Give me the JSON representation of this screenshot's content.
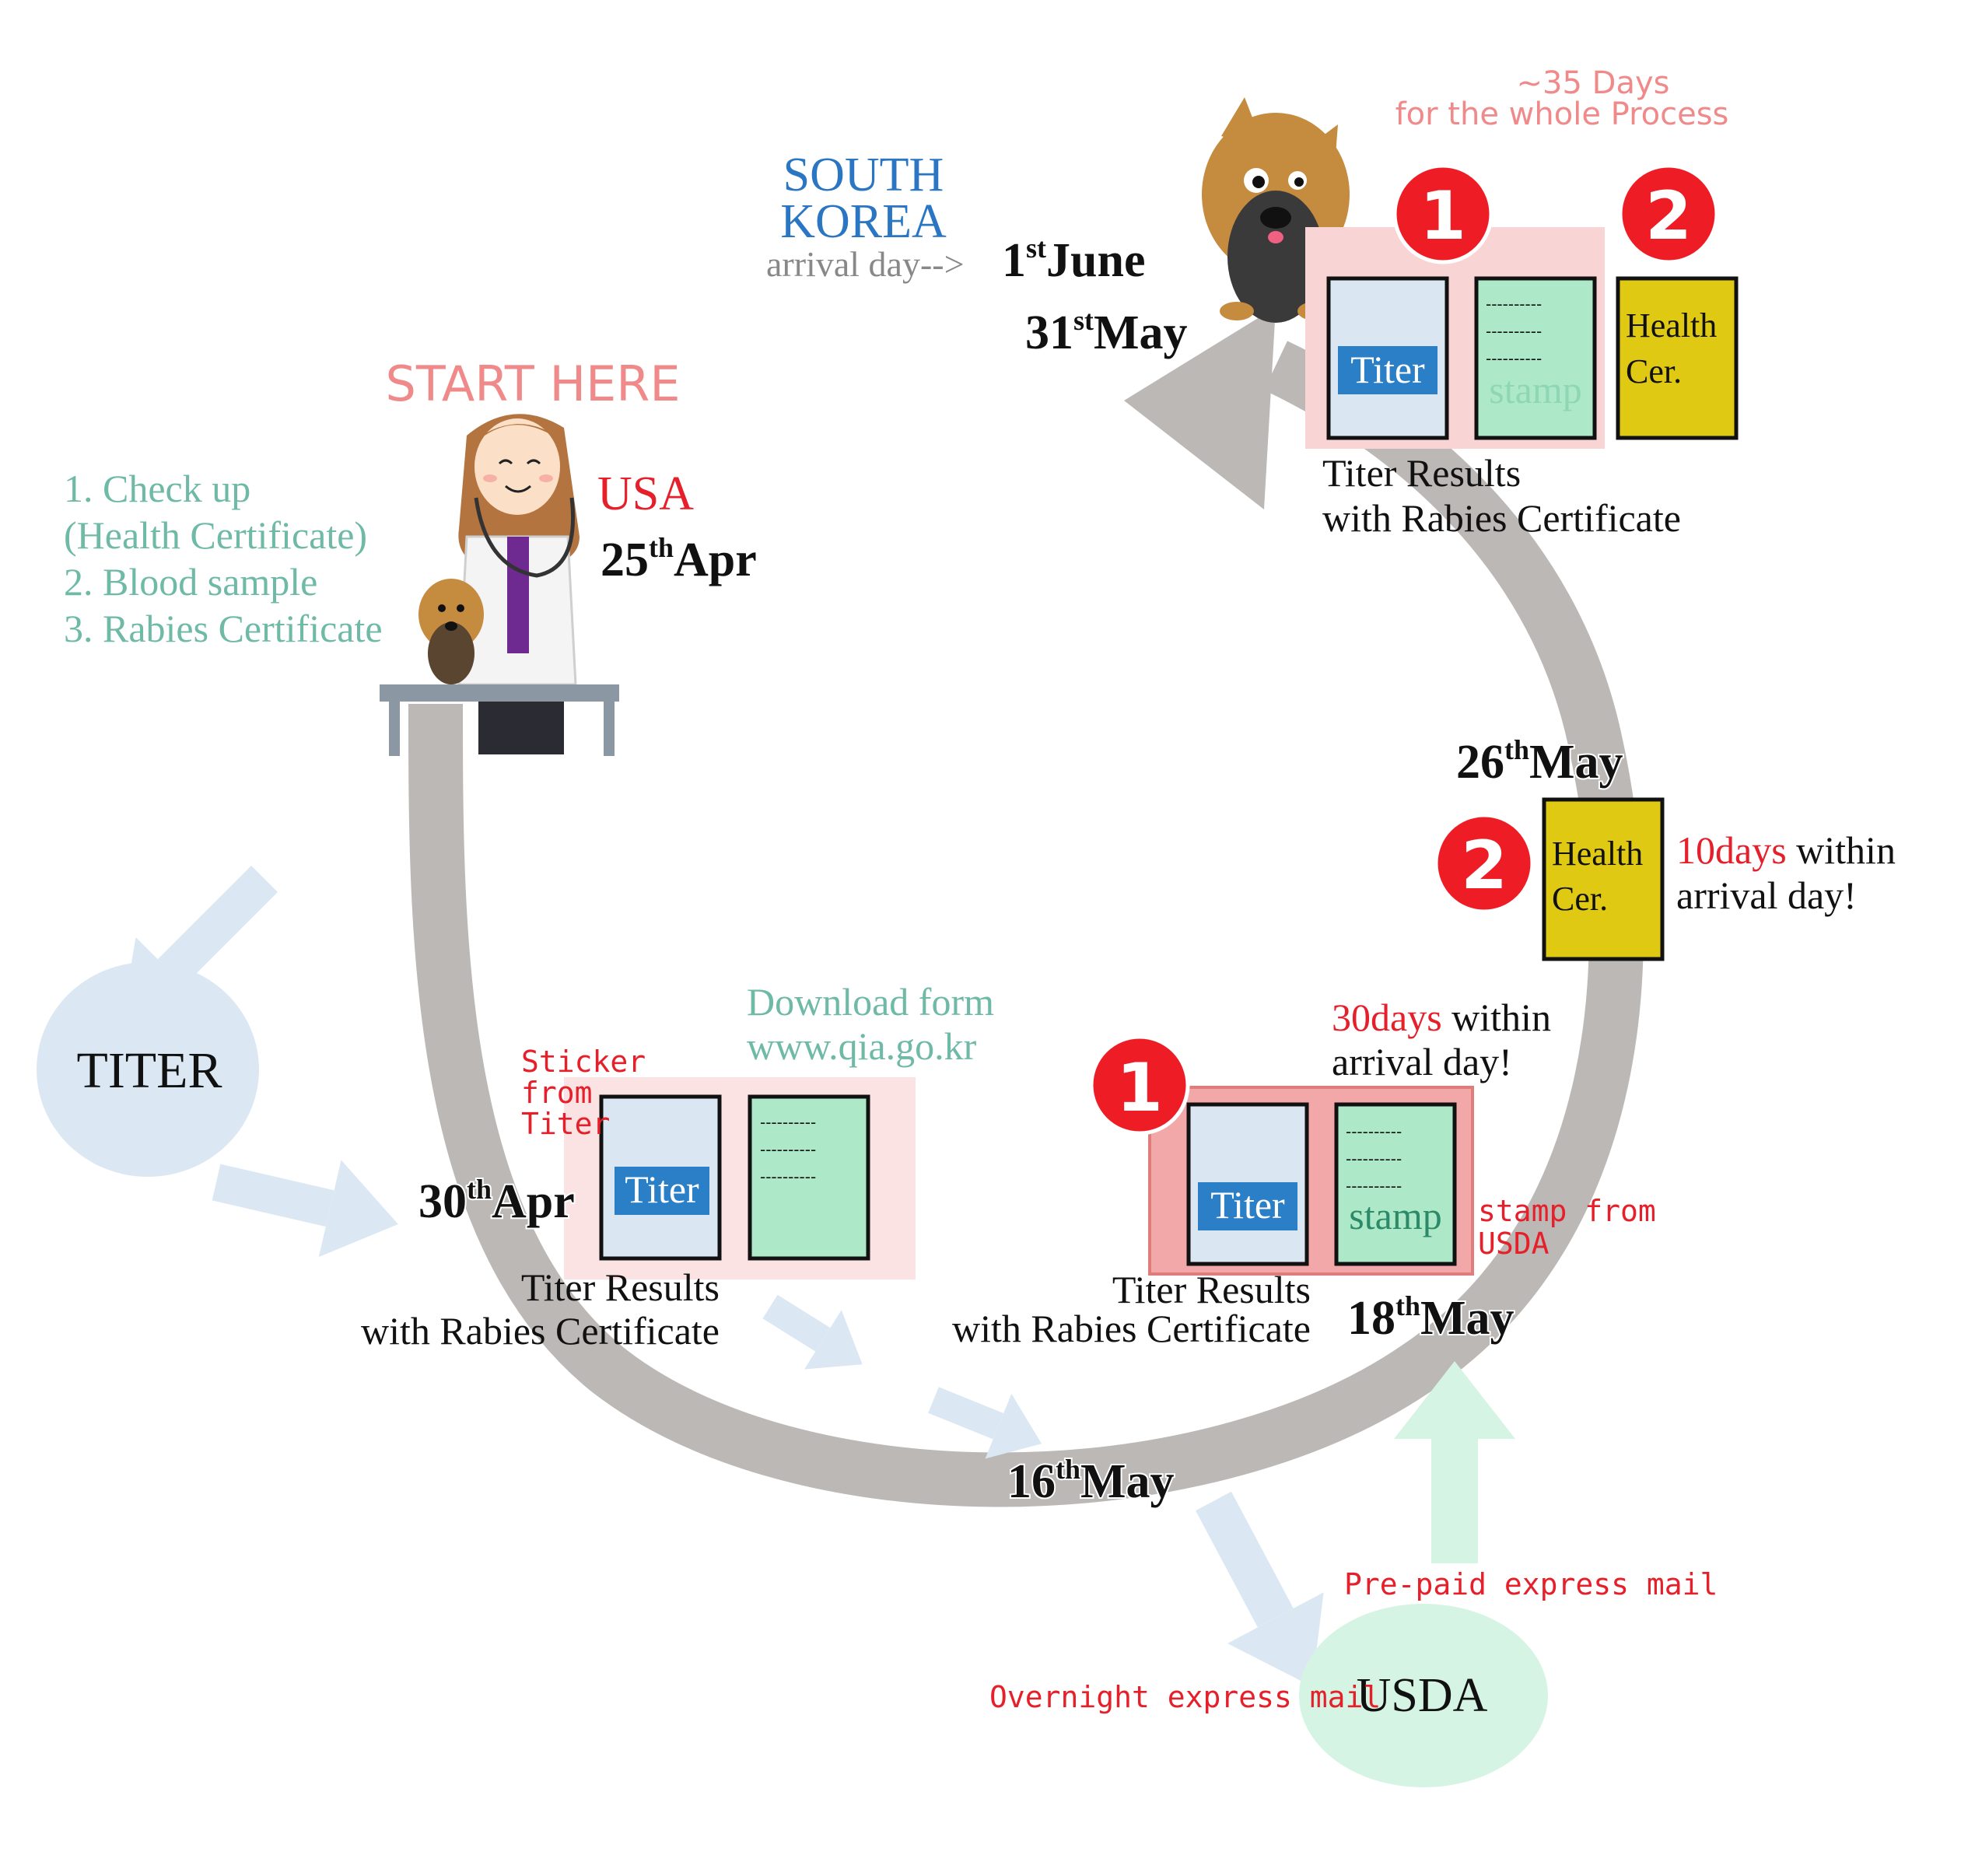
{
  "title": {
    "days": "~35 Days",
    "whole": "for the whole Process"
  },
  "destination": {
    "line1": "SOUTH",
    "line2": "KOREA",
    "arrival": "arrival day-->"
  },
  "start": {
    "label": "START HERE",
    "country": "USA"
  },
  "checklist": [
    "1. Check up",
    "(Health Certificate)",
    "2. Blood sample",
    "3. Rabies Certificate"
  ],
  "dates": {
    "apr25": {
      "day": "25",
      "sup": "th",
      "month": "Apr"
    },
    "apr30": {
      "day": "30",
      "sup": "th",
      "month": "Apr"
    },
    "may16": {
      "day": "16",
      "sup": "th",
      "month": "May"
    },
    "may18": {
      "day": "18",
      "sup": "th",
      "month": "May"
    },
    "may26": {
      "day": "26",
      "sup": "th",
      "month": "May"
    },
    "may31": {
      "day": "31",
      "sup": "st",
      "month": "May"
    },
    "jun1": {
      "day": "1",
      "sup": "st",
      "month": "June"
    }
  },
  "nodes": {
    "titer": "TITER",
    "usda": "USDA"
  },
  "documents": {
    "titer": "Titer",
    "stamp": "stamp",
    "dashes": "----------",
    "health_line1": "Health",
    "health_line2": "Cer.",
    "badge1": "1",
    "badge2": "2"
  },
  "captions": {
    "results_line1": "Titer Results",
    "results_line2": "with Rabies Certificate"
  },
  "download": {
    "line1": "Download form",
    "line2": "www.qia.go.kr"
  },
  "sticker": [
    "Sticker",
    "from",
    "Titer"
  ],
  "stamp_from": [
    "stamp from",
    "USDA"
  ],
  "rule30": {
    "highlight": "30days",
    "rest": " within",
    "line2": "arrival day!"
  },
  "rule10": {
    "highlight": "10days",
    "rest": " within",
    "line2": "arrival day!"
  },
  "mail": {
    "overnight": "Overnight express mail",
    "prepaid": "Pre-paid express mail"
  },
  "colors": {
    "cycle": "#bcb8b5",
    "blue_arrow": "#dbe8f3",
    "green_arrow": "#d5f4e3",
    "pink_box": "#fbe3e4",
    "red_box": "#f2a8a8",
    "titer_doc": "#dae6f2",
    "titer_label": "#2b7fc6",
    "stamp_doc": "#ade9c8",
    "health_doc": "#dfc912",
    "badge": "#ee1c24",
    "teal_text": "#6fb9a7",
    "salmon_text": "#f08a8a",
    "korea_blue": "#2b76c3",
    "usa_red": "#e5202a"
  },
  "icons": [
    "vet-with-dog-illustration",
    "yorkie-dog-illustration"
  ]
}
